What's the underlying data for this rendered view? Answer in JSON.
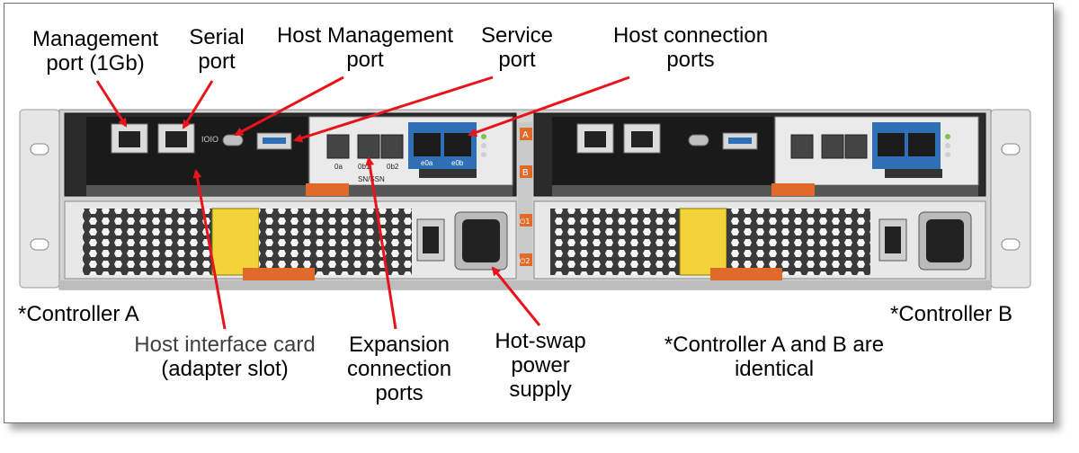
{
  "labels": {
    "management_port": [
      "Management",
      "port (1Gb)"
    ],
    "serial_port": [
      "Serial",
      "port"
    ],
    "host_management_port": [
      "Host Management",
      "port"
    ],
    "service_port": [
      "Service",
      "port"
    ],
    "host_connection_ports": [
      "Host connection",
      "ports"
    ],
    "controller_a": "*Controller A",
    "controller_b": "*Controller B",
    "host_interface_card": [
      "Host interface card",
      "(adapter slot)"
    ],
    "expansion_ports": [
      "Expansion",
      "connection",
      "ports"
    ],
    "hot_swap_psu": [
      "Hot-swap",
      "power",
      "supply"
    ],
    "identical_note": [
      "*Controller A and B are",
      "identical"
    ]
  },
  "hardware_text": {
    "port_0a": "0a",
    "port_0b1": "0b1",
    "port_0b2": "0b2",
    "port_e0a": "e0a",
    "port_e0b": "e0b",
    "sn_label": "SN/SSN",
    "indicator_a": "A",
    "indicator_b": "B",
    "psu1": "⏻1",
    "psu2": "⏻2"
  },
  "colors": {
    "arrow": "#e8141c",
    "chassis": "#d9d9d9",
    "controller_panel": "#1e1e1e",
    "host_card_blue": "#2f6fb6",
    "orange_tab": "#e06a2a",
    "warning_yellow": "#f2d43a"
  }
}
